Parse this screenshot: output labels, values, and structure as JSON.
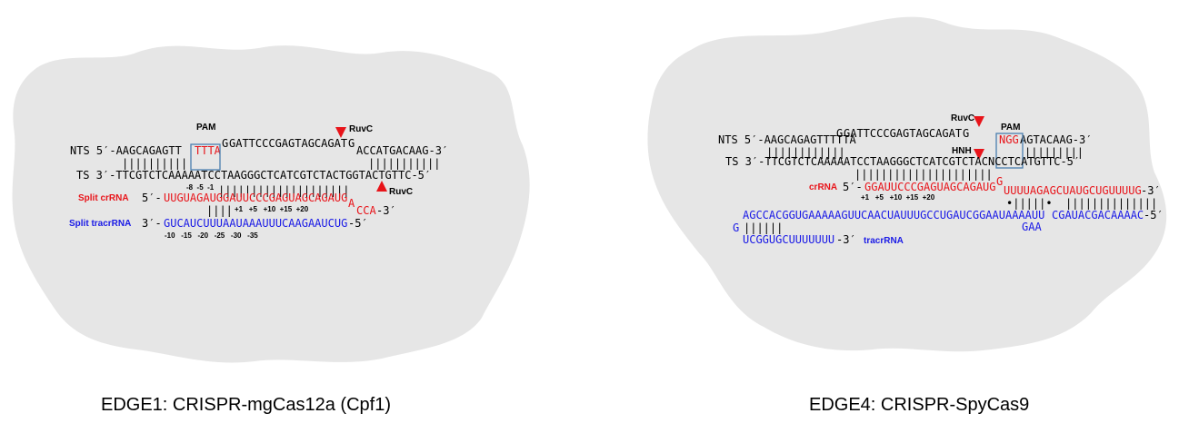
{
  "colors": {
    "blob": "#e6e6e6",
    "red": "#e8141a",
    "blue": "#1a1ae6",
    "box": "#4a7eb0"
  },
  "left": {
    "caption": "EDGE1: CRISPR-mgCas12a (Cpf1)",
    "nts_prefix": "NTS 5′-AAGCAGAGTT",
    "nts_pam": "TTTA",
    "nts_sup": "G",
    "nts_mid": "GATTCCCGAGTAGCAGAT",
    "nts_sup2": "G",
    "nts_tail": "ACCATGACAAG-3′",
    "nts_pairs": "||||||||||",
    "nts_pairs2": "|||||||||||",
    "ts_seq": "TS 3′-TTCGTCTCAAAAATCCTAAGGGCTCATCGTCTACTGGTACTGTTC-5′",
    "pam_label": "PAM",
    "ruvc_top": "RuvC",
    "ruvc_bottom": "RuvC",
    "pos_top": "-8  -5  -1",
    "ts_pairs": "||||||||||||||||||||",
    "crrna_label": "Split crRNA",
    "crrna_prefix": "5′-",
    "crrna_seq": "UUGUAGAUGGAUUCCCGAGUAGCAGAUG",
    "crrna_a": "A",
    "crrna_cca": "CCA",
    "crrna_end": "-3′",
    "crrna_positions": "+1   +5   +10  +15  +20",
    "mid_pairs": "||||",
    "tracr_label": "Split tracrRNA",
    "tracr_prefix": "3′-",
    "tracr_seq": "GUCAUCUUUAAUAAAUUUCAAGAAUCUG",
    "tracr_end": "-5′",
    "tracr_positions": "-10   -15   -20   -25   -30   -35"
  },
  "right": {
    "caption": "EDGE4: CRISPR-SpyCas9",
    "ruvc": "RuvC",
    "hnh": "HNH",
    "pam_label": "PAM",
    "nts_prefix": "NTS 5′-AAGCAGAGTTTTTA",
    "nts_sup": "G",
    "nts_mid": "GATTCCCGAGTAGCAGAT",
    "nts_sup2": "G",
    "nts_pam": "NGG",
    "nts_tail": "AGTACAAG-3′",
    "nts_pairs": "||||||||||||",
    "nts_pairs2": "|||||||||",
    "ts_seq": "TS 3′-TTCGTCTCAAAAATCCTAAGGGCTCATCGTCTACNCCTCATGTTC-5′",
    "ts_pairs": "|||||||||||||||||||||",
    "crrna_label": "crRNA",
    "crrna_prefix": "5′-",
    "crrna_seq": "GGAUUCCCGAGUAGCAGAUG",
    "crrna_sup": "G",
    "crrna_tail": "UUUUAGAGCUAUGCUGUUUUG",
    "crrna_end": "-3′",
    "crrna_positions": "+1   +5   +10  +15  +20",
    "rep_pairs": "•|||||•  ||||||||||||||",
    "tracr_line1": "AGCCACGGUGAAAAAGUUCAACUAUUUGCCUGAUCGGAAUAAAAUU",
    "tracr_line1b": "CGAUACGACAAAAC",
    "tracr_end": "-5′",
    "tracr_gaa": "GAA",
    "tracr_g": "G",
    "tracr_pairs_small": "||||||",
    "tracr_line3": "UCGGUGCUUUUUUU",
    "tracr_line3_end": "-3′",
    "tracr_label": "tracrRNA"
  }
}
